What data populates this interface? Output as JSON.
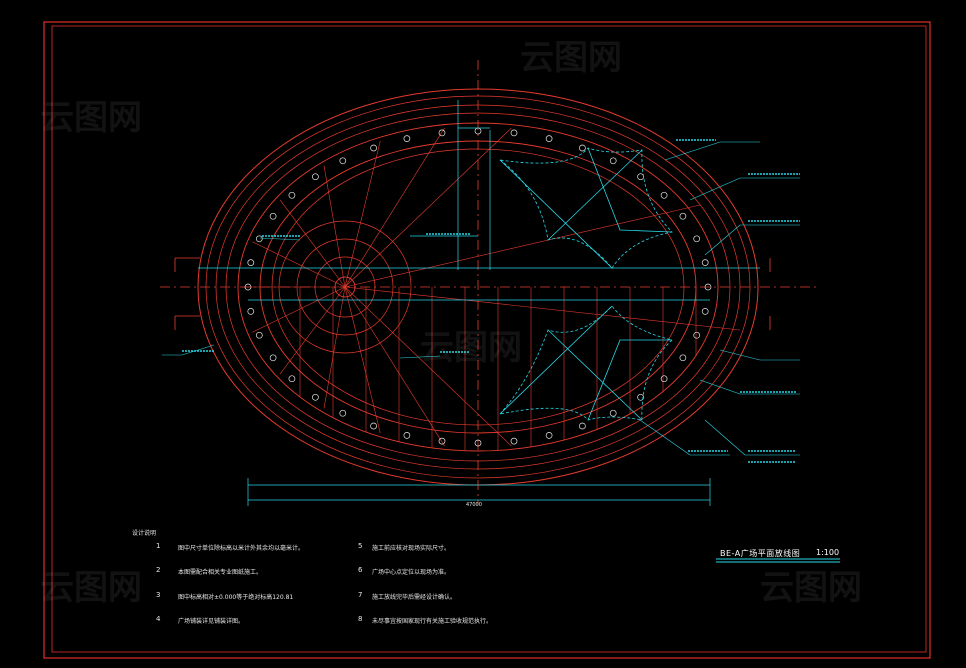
{
  "drawing": {
    "title": "BE-A广场平面放线图",
    "scale": "1:100",
    "notes_heading": "设计说明",
    "overall_dimension": "47000",
    "watermark_text": "云图网"
  },
  "notes": [
    {
      "num": "1",
      "text": "图中尺寸单位除标高以米计外其余均以毫米计。"
    },
    {
      "num": "2",
      "text": "本图需配合相关专业图纸施工。"
    },
    {
      "num": "3",
      "text": "图中标高相对±0.000等于绝对标高120.81"
    },
    {
      "num": "4",
      "text": "广场铺装详见铺装详图。"
    },
    {
      "num": "5",
      "text": "施工前应核对现场实际尺寸。"
    },
    {
      "num": "6",
      "text": "广场中心点定位以现场为准。"
    },
    {
      "num": "7",
      "text": "施工放线完毕后需经设计确认。"
    },
    {
      "num": "8",
      "text": "未尽事宜按国家现行有关施工验收规范执行。"
    }
  ],
  "colors": {
    "background": "#000000",
    "frame": "#e0302a",
    "outline": "#e63b2e",
    "dimension": "#28d7e8",
    "text": "#e8e8e8"
  }
}
